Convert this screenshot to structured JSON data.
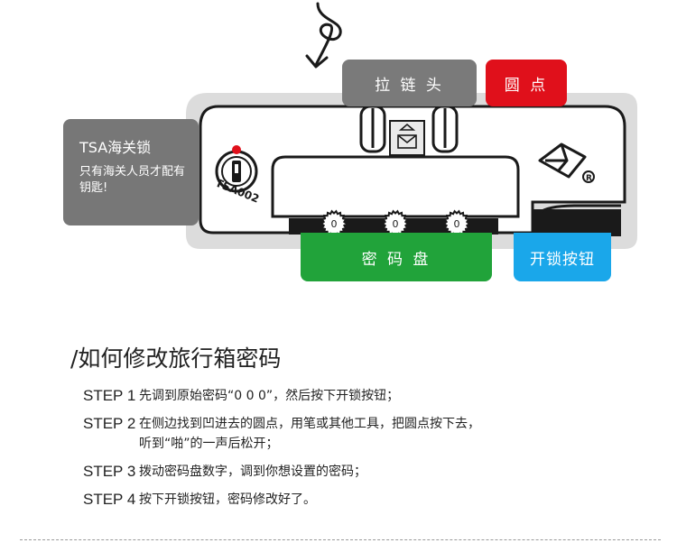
{
  "labels": {
    "zipper_head": "拉 链 头",
    "dot": "圆 点",
    "dial": "密 码 盘",
    "release_button": "开锁按钮",
    "tsa_title": "TSA海关锁",
    "tsa_desc": "只有海关人员才配有钥匙!",
    "tsa_engraving": "TSA002",
    "dial_digits": [
      "0",
      "0",
      "0"
    ]
  },
  "colors": {
    "zipper_head_bg": "#7a7a7a",
    "dot_bg": "#e0101b",
    "dial_bg": "#21a33a",
    "release_button_bg": "#1aa7ea",
    "tsa_bg": "#777777"
  },
  "instructions": {
    "title": "/如何修改旅行箱密码",
    "steps": [
      {
        "label": "STEP 1",
        "lines": [
          "先调到原始密码“0  0  0”，然后按下开锁按钮；"
        ]
      },
      {
        "label": "STEP 2",
        "lines": [
          "在侧边找到凹进去的圆点，用笔或其他工具，把圆点按下去，",
          "听到“啪”的一声后松开；"
        ]
      },
      {
        "label": "STEP 3",
        "lines": [
          "拨动密码盘数字，调到你想设置的密码；"
        ]
      },
      {
        "label": "STEP 4",
        "lines": [
          "按下开锁按钮，密码修改好了。"
        ]
      }
    ]
  }
}
